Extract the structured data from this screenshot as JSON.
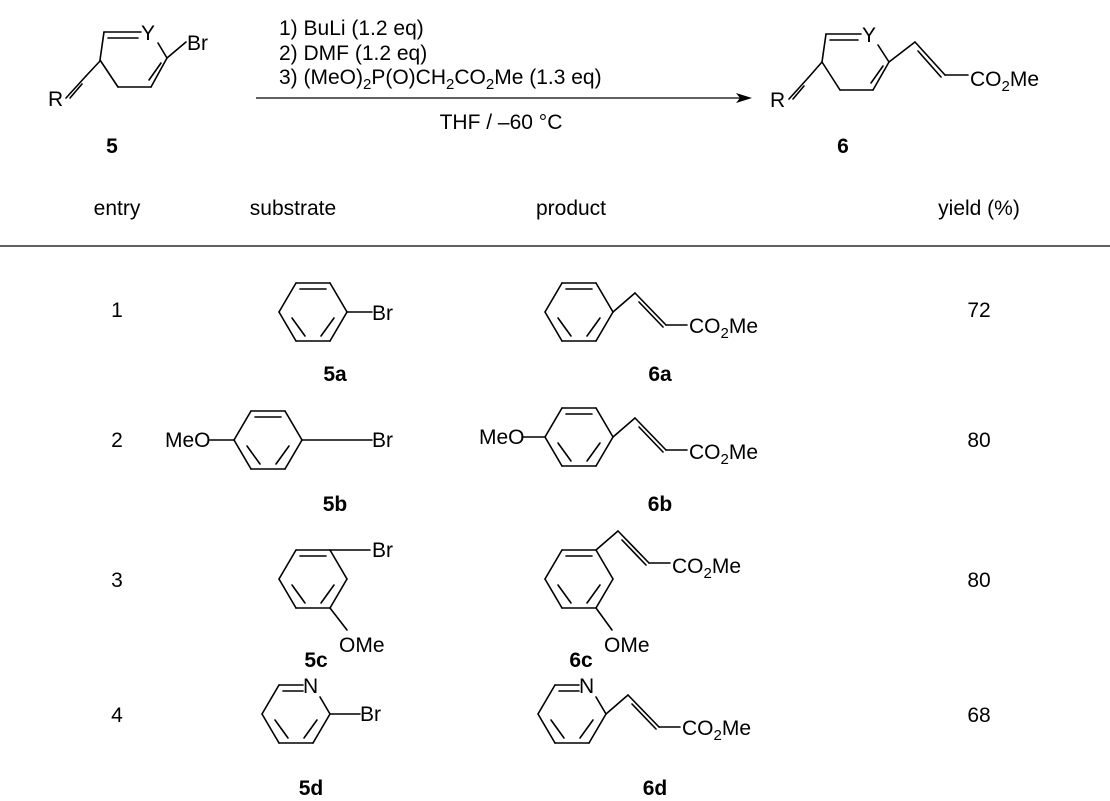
{
  "scheme": {
    "reagents": [
      "1) BuLi (1.2 eq)",
      "2) DMF (1.2 eq)"
    ],
    "reagent3": {
      "a": "3) (MeO)",
      "s1": "2",
      "b": "P(O)CH",
      "s2": "2",
      "c": "CO",
      "s3": "2",
      "d": "Me (1.3 eq)"
    },
    "conditions": "THF / –60 °C",
    "substrate": {
      "r": "R",
      "y": "Y",
      "br": "Br",
      "num": "5"
    },
    "product": {
      "r": "R",
      "y": "Y",
      "co": "CO",
      "sub": "2",
      "me": "Me",
      "num": "6"
    }
  },
  "table": {
    "headers": {
      "entry": "entry",
      "substrate": "substrate",
      "product": "product",
      "yield": "yield (%)"
    },
    "rows": [
      {
        "entry": "1",
        "yield": "72",
        "sub_num": "5a",
        "prod_num": "6a"
      },
      {
        "entry": "2",
        "yield": "80",
        "sub_num": "5b",
        "prod_num": "6b"
      },
      {
        "entry": "3",
        "yield": "80",
        "sub_num": "5c",
        "prod_num": "6c"
      },
      {
        "entry": "4",
        "yield": "68",
        "sub_num": "5d",
        "prod_num": "6d"
      }
    ]
  },
  "groups": {
    "br": "Br",
    "meo": "MeO",
    "ome": "OMe",
    "n": "N",
    "co": "CO",
    "sub2": "2",
    "me": "Me"
  }
}
